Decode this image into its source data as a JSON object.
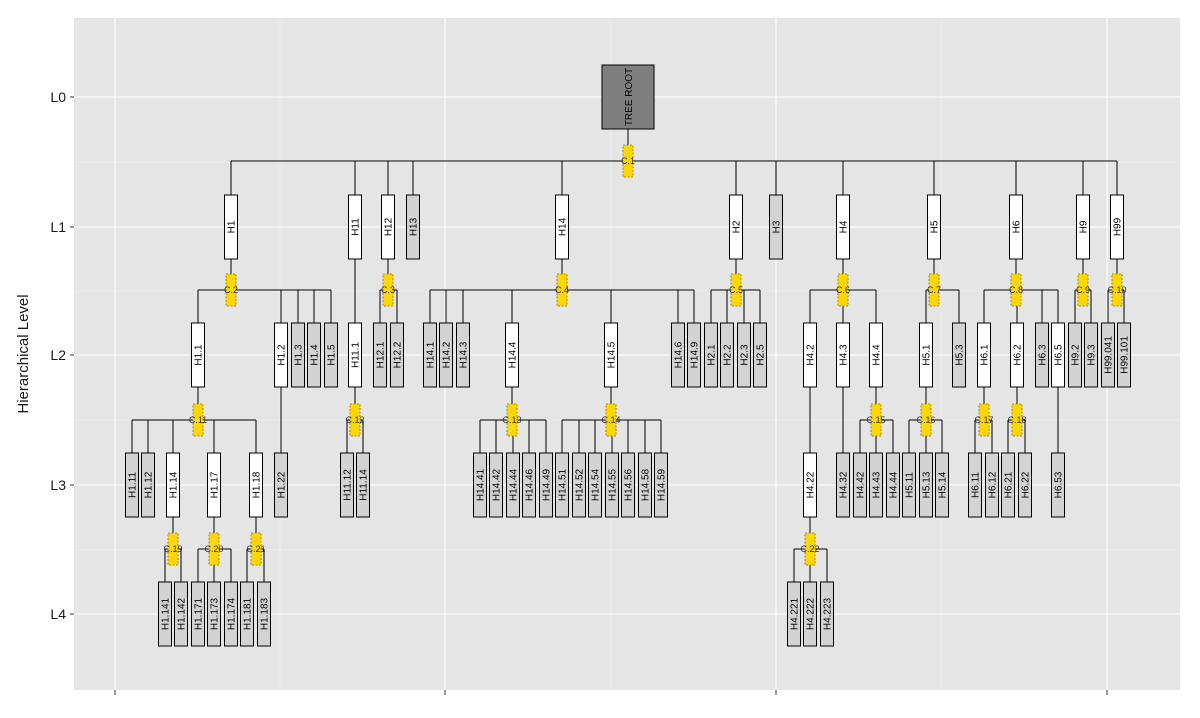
{
  "chart_data": {
    "type": "tree",
    "ylabel": "Hierarchical Level",
    "levels": [
      "L0",
      "L1",
      "L2",
      "L3",
      "L4"
    ],
    "colors": {
      "panel": "#e5e5e5",
      "grid": "#ffffff",
      "root_fill": "#7f7f7f",
      "selected_fill": "#ffffff",
      "leaf_fill": "#d3d3d3",
      "connector_fill": "#ffd700",
      "line": "#000000"
    },
    "root": {
      "label": "TREE ROOT",
      "connector": "C.1"
    },
    "connectors": [
      "C.1",
      "C.2",
      "C.3",
      "C.4",
      "C.5",
      "C.6",
      "C.7",
      "C.8",
      "C.9",
      "C.10",
      "C.11",
      "C.12",
      "C.13",
      "C.14",
      "C.15",
      "C.16",
      "C.17",
      "C.18",
      "C.19",
      "C.20",
      "C.21",
      "C.22"
    ],
    "nodes": [
      {
        "id": "H1",
        "level": 1,
        "parent": "ROOT",
        "selected": true
      },
      {
        "id": "H11",
        "level": 1,
        "parent": "ROOT",
        "selected": true
      },
      {
        "id": "H12",
        "level": 1,
        "parent": "ROOT",
        "selected": true
      },
      {
        "id": "H13",
        "level": 1,
        "parent": "ROOT",
        "selected": false
      },
      {
        "id": "H14",
        "level": 1,
        "parent": "ROOT",
        "selected": true
      },
      {
        "id": "H2",
        "level": 1,
        "parent": "ROOT",
        "selected": true
      },
      {
        "id": "H3",
        "level": 1,
        "parent": "ROOT",
        "selected": false
      },
      {
        "id": "H4",
        "level": 1,
        "parent": "ROOT",
        "selected": true
      },
      {
        "id": "H5",
        "level": 1,
        "parent": "ROOT",
        "selected": true
      },
      {
        "id": "H6",
        "level": 1,
        "parent": "ROOT",
        "selected": true
      },
      {
        "id": "H9",
        "level": 1,
        "parent": "ROOT",
        "selected": true
      },
      {
        "id": "H99",
        "level": 1,
        "parent": "ROOT",
        "selected": true
      },
      {
        "id": "H1.1",
        "level": 2,
        "parent": "H1",
        "selected": true
      },
      {
        "id": "H1.2",
        "level": 2,
        "parent": "H1",
        "selected": true
      },
      {
        "id": "H1.3",
        "level": 2,
        "parent": "H1",
        "selected": false
      },
      {
        "id": "H1.4",
        "level": 2,
        "parent": "H1",
        "selected": false
      },
      {
        "id": "H1.5",
        "level": 2,
        "parent": "H1",
        "selected": false
      },
      {
        "id": "H11.1",
        "level": 2,
        "parent": "H11",
        "selected": true
      },
      {
        "id": "H12.1",
        "level": 2,
        "parent": "H12",
        "selected": false
      },
      {
        "id": "H12.2",
        "level": 2,
        "parent": "H12",
        "selected": false
      },
      {
        "id": "H14.1",
        "level": 2,
        "parent": "H14",
        "selected": false
      },
      {
        "id": "H14.2",
        "level": 2,
        "parent": "H14",
        "selected": false
      },
      {
        "id": "H14.3",
        "level": 2,
        "parent": "H14",
        "selected": false
      },
      {
        "id": "H14.4",
        "level": 2,
        "parent": "H14",
        "selected": true
      },
      {
        "id": "H14.5",
        "level": 2,
        "parent": "H14",
        "selected": true
      },
      {
        "id": "H14.6",
        "level": 2,
        "parent": "H14",
        "selected": false
      },
      {
        "id": "H14.9",
        "level": 2,
        "parent": "H14",
        "selected": false
      },
      {
        "id": "H2.1",
        "level": 2,
        "parent": "H2",
        "selected": false
      },
      {
        "id": "H2.2",
        "level": 2,
        "parent": "H2",
        "selected": false
      },
      {
        "id": "H2.3",
        "level": 2,
        "parent": "H2",
        "selected": false
      },
      {
        "id": "H2.5",
        "level": 2,
        "parent": "H2",
        "selected": false
      },
      {
        "id": "H4.2",
        "level": 2,
        "parent": "H4",
        "selected": true
      },
      {
        "id": "H4.3",
        "level": 2,
        "parent": "H4",
        "selected": true
      },
      {
        "id": "H4.4",
        "level": 2,
        "parent": "H4",
        "selected": true
      },
      {
        "id": "H5.1",
        "level": 2,
        "parent": "H5",
        "selected": true
      },
      {
        "id": "H5.3",
        "level": 2,
        "parent": "H5",
        "selected": false
      },
      {
        "id": "H6.1",
        "level": 2,
        "parent": "H6",
        "selected": true
      },
      {
        "id": "H6.2",
        "level": 2,
        "parent": "H6",
        "selected": true
      },
      {
        "id": "H6.3",
        "level": 2,
        "parent": "H6",
        "selected": false
      },
      {
        "id": "H6.5",
        "level": 2,
        "parent": "H6",
        "selected": true
      },
      {
        "id": "H9.2",
        "level": 2,
        "parent": "H9",
        "selected": false
      },
      {
        "id": "H9.3",
        "level": 2,
        "parent": "H9",
        "selected": false
      },
      {
        "id": "H99.041",
        "level": 2,
        "parent": "H99",
        "selected": false
      },
      {
        "id": "H99.101",
        "level": 2,
        "parent": "H99",
        "selected": false
      },
      {
        "id": "H1.11",
        "level": 3,
        "parent": "H1.1",
        "selected": false
      },
      {
        "id": "H1.12",
        "level": 3,
        "parent": "H1.1",
        "selected": false
      },
      {
        "id": "H1.14",
        "level": 3,
        "parent": "H1.1",
        "selected": true
      },
      {
        "id": "H1.17",
        "level": 3,
        "parent": "H1.1",
        "selected": true
      },
      {
        "id": "H1.18",
        "level": 3,
        "parent": "H1.1",
        "selected": true
      },
      {
        "id": "H1.22",
        "level": 3,
        "parent": "H1.2",
        "selected": false
      },
      {
        "id": "H11.12",
        "level": 3,
        "parent": "H11.1",
        "selected": false
      },
      {
        "id": "H11.14",
        "level": 3,
        "parent": "H11.1",
        "selected": false
      },
      {
        "id": "H14.41",
        "level": 3,
        "parent": "H14.4",
        "selected": false
      },
      {
        "id": "H14.42",
        "level": 3,
        "parent": "H14.4",
        "selected": false
      },
      {
        "id": "H14.44",
        "level": 3,
        "parent": "H14.4",
        "selected": false
      },
      {
        "id": "H14.46",
        "level": 3,
        "parent": "H14.4",
        "selected": false
      },
      {
        "id": "H14.49",
        "level": 3,
        "parent": "H14.4",
        "selected": false
      },
      {
        "id": "H14.51",
        "level": 3,
        "parent": "H14.5",
        "selected": false
      },
      {
        "id": "H14.52",
        "level": 3,
        "parent": "H14.5",
        "selected": false
      },
      {
        "id": "H14.54",
        "level": 3,
        "parent": "H14.5",
        "selected": false
      },
      {
        "id": "H14.55",
        "level": 3,
        "parent": "H14.5",
        "selected": false
      },
      {
        "id": "H14.56",
        "level": 3,
        "parent": "H14.5",
        "selected": false
      },
      {
        "id": "H14.58",
        "level": 3,
        "parent": "H14.5",
        "selected": false
      },
      {
        "id": "H14.59",
        "level": 3,
        "parent": "H14.5",
        "selected": false
      },
      {
        "id": "H4.22",
        "level": 3,
        "parent": "H4.2",
        "selected": true
      },
      {
        "id": "H4.32",
        "level": 3,
        "parent": "H4.3",
        "selected": false
      },
      {
        "id": "H4.42",
        "level": 3,
        "parent": "H4.4",
        "selected": false
      },
      {
        "id": "H4.43",
        "level": 3,
        "parent": "H4.4",
        "selected": false
      },
      {
        "id": "H4.44",
        "level": 3,
        "parent": "H4.4",
        "selected": false
      },
      {
        "id": "H5.11",
        "level": 3,
        "parent": "H5.1",
        "selected": false
      },
      {
        "id": "H5.13",
        "level": 3,
        "parent": "H5.1",
        "selected": false
      },
      {
        "id": "H5.14",
        "level": 3,
        "parent": "H5.1",
        "selected": false
      },
      {
        "id": "H6.11",
        "level": 3,
        "parent": "H6.1",
        "selected": false
      },
      {
        "id": "H6.12",
        "level": 3,
        "parent": "H6.1",
        "selected": false
      },
      {
        "id": "H6.21",
        "level": 3,
        "parent": "H6.2",
        "selected": false
      },
      {
        "id": "H6.22",
        "level": 3,
        "parent": "H6.2",
        "selected": false
      },
      {
        "id": "H6.53",
        "level": 3,
        "parent": "H6.5",
        "selected": false
      },
      {
        "id": "H1.141",
        "level": 4,
        "parent": "H1.14",
        "selected": false
      },
      {
        "id": "H1.142",
        "level": 4,
        "parent": "H1.14",
        "selected": false
      },
      {
        "id": "H1.171",
        "level": 4,
        "parent": "H1.17",
        "selected": false
      },
      {
        "id": "H1.173",
        "level": 4,
        "parent": "H1.17",
        "selected": false
      },
      {
        "id": "H1.174",
        "level": 4,
        "parent": "H1.17",
        "selected": false
      },
      {
        "id": "H1.181",
        "level": 4,
        "parent": "H1.18",
        "selected": false
      },
      {
        "id": "H1.183",
        "level": 4,
        "parent": "H1.18",
        "selected": false
      },
      {
        "id": "H4.221",
        "level": 4,
        "parent": "H4.22",
        "selected": false
      },
      {
        "id": "H4.222",
        "level": 4,
        "parent": "H4.22",
        "selected": false
      },
      {
        "id": "H4.223",
        "level": 4,
        "parent": "H4.22",
        "selected": false
      }
    ],
    "connector_map": {
      "H1": "C.2",
      "H12": "C.3",
      "H14": "C.4",
      "H2": "C.5",
      "H4": "C.6",
      "H5": "C.7",
      "H6": "C.8",
      "H9": "C.9",
      "H99": "C.10",
      "H1.1": "C.11",
      "H11.1": "C.12",
      "H14.4": "C.13",
      "H14.5": "C.14",
      "H4.4": "C.15",
      "H5.1": "C.16",
      "H6.1": "C.17",
      "H6.2": "C.18",
      "H1.14": "C.19",
      "H1.17": "C.20",
      "H1.18": "C.21",
      "H4.22": "C.22"
    }
  }
}
